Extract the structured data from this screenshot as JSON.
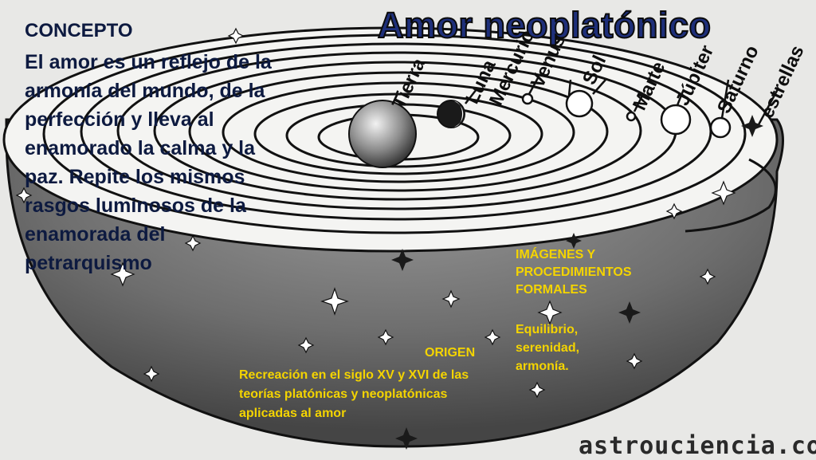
{
  "title": "Amor neoplatónico",
  "concept": {
    "heading": "CONCEPTO",
    "body": "El amor es un reflejo de la armonía del mundo, de la perfección y lleva al enamorado la calma y la paz. Repite los mismos rasgos luminosos de la enamorada del petrarquismo"
  },
  "imagenes": {
    "heading": "IMÁGENES Y PROCEDIMIENTOS FORMALES",
    "body": "Equilibrio, serenidad, armonía."
  },
  "origen": {
    "heading": "ORIGEN",
    "body": "Recreación en el siglo XV y XVI de las teorías platónicas y neoplatónicas aplicadas al amor"
  },
  "diagram": {
    "labels": [
      "Tierra",
      "Luna",
      "Mercurio",
      "Venus",
      "Sol",
      "Marte",
      "Júpiter",
      "Saturno",
      "estrellas"
    ]
  },
  "watermark": "astrouciencia.com",
  "colors": {
    "title_fill": "#1e2f7a",
    "accent_text": "#f4d400",
    "body_text": "#0d1a40"
  }
}
